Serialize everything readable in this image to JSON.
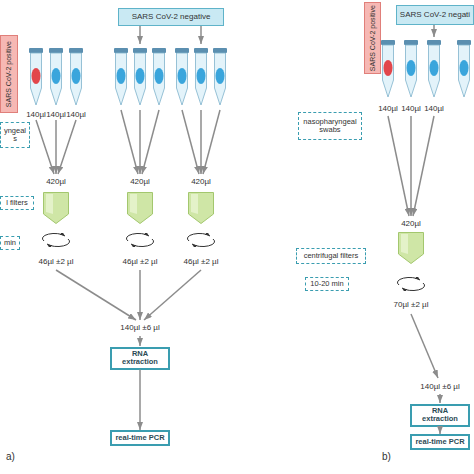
{
  "diagram": {
    "nodes": [
      {
        "text": [
          "SARS CoV-2 negative"
        ]
      },
      {
        "text": [
          "SARS CoV-2 positive"
        ]
      },
      {
        "text": [
          "yngeal s"
        ]
      },
      {
        "text": [
          "l filters"
        ]
      },
      {
        "text": [
          "min"
        ]
      },
      {
        "text": [
          "RNA extraction"
        ]
      },
      {
        "text": [
          "real-time PCR"
        ]
      },
      {
        "text": [
          "SARS CoV-2 positive"
        ]
      },
      {
        "text": [
          "SARS CoV-2 negati"
        ]
      },
      {
        "text": [
          "nasopharyngeal swabs"
        ]
      },
      {
        "text": [
          "centrifugal filters"
        ]
      },
      {
        "text": [
          "10-20 min"
        ]
      },
      {
        "text": [
          "RNA extraction"
        ]
      },
      {
        "text": [
          "real-time PCR"
        ]
      }
    ],
    "edges": [
      {
        "from": 5,
        "to": 6,
        "arrow": "to"
      },
      {
        "from": 12,
        "to": 13,
        "arrow": "to"
      }
    ],
    "labels": [
      "140µl",
      "140µl",
      "140µl",
      "420µl",
      "420µl",
      "420µl",
      "46µl ±2 µl",
      "46µl ±2 µl",
      "46µl ±2 µl",
      "140µl ±6 µl",
      "a)",
      "140µl",
      "140µl",
      "140µl",
      "420µl",
      "70µl ±2 µl",
      "140µl ±6 µl",
      "b)"
    ]
  }
}
